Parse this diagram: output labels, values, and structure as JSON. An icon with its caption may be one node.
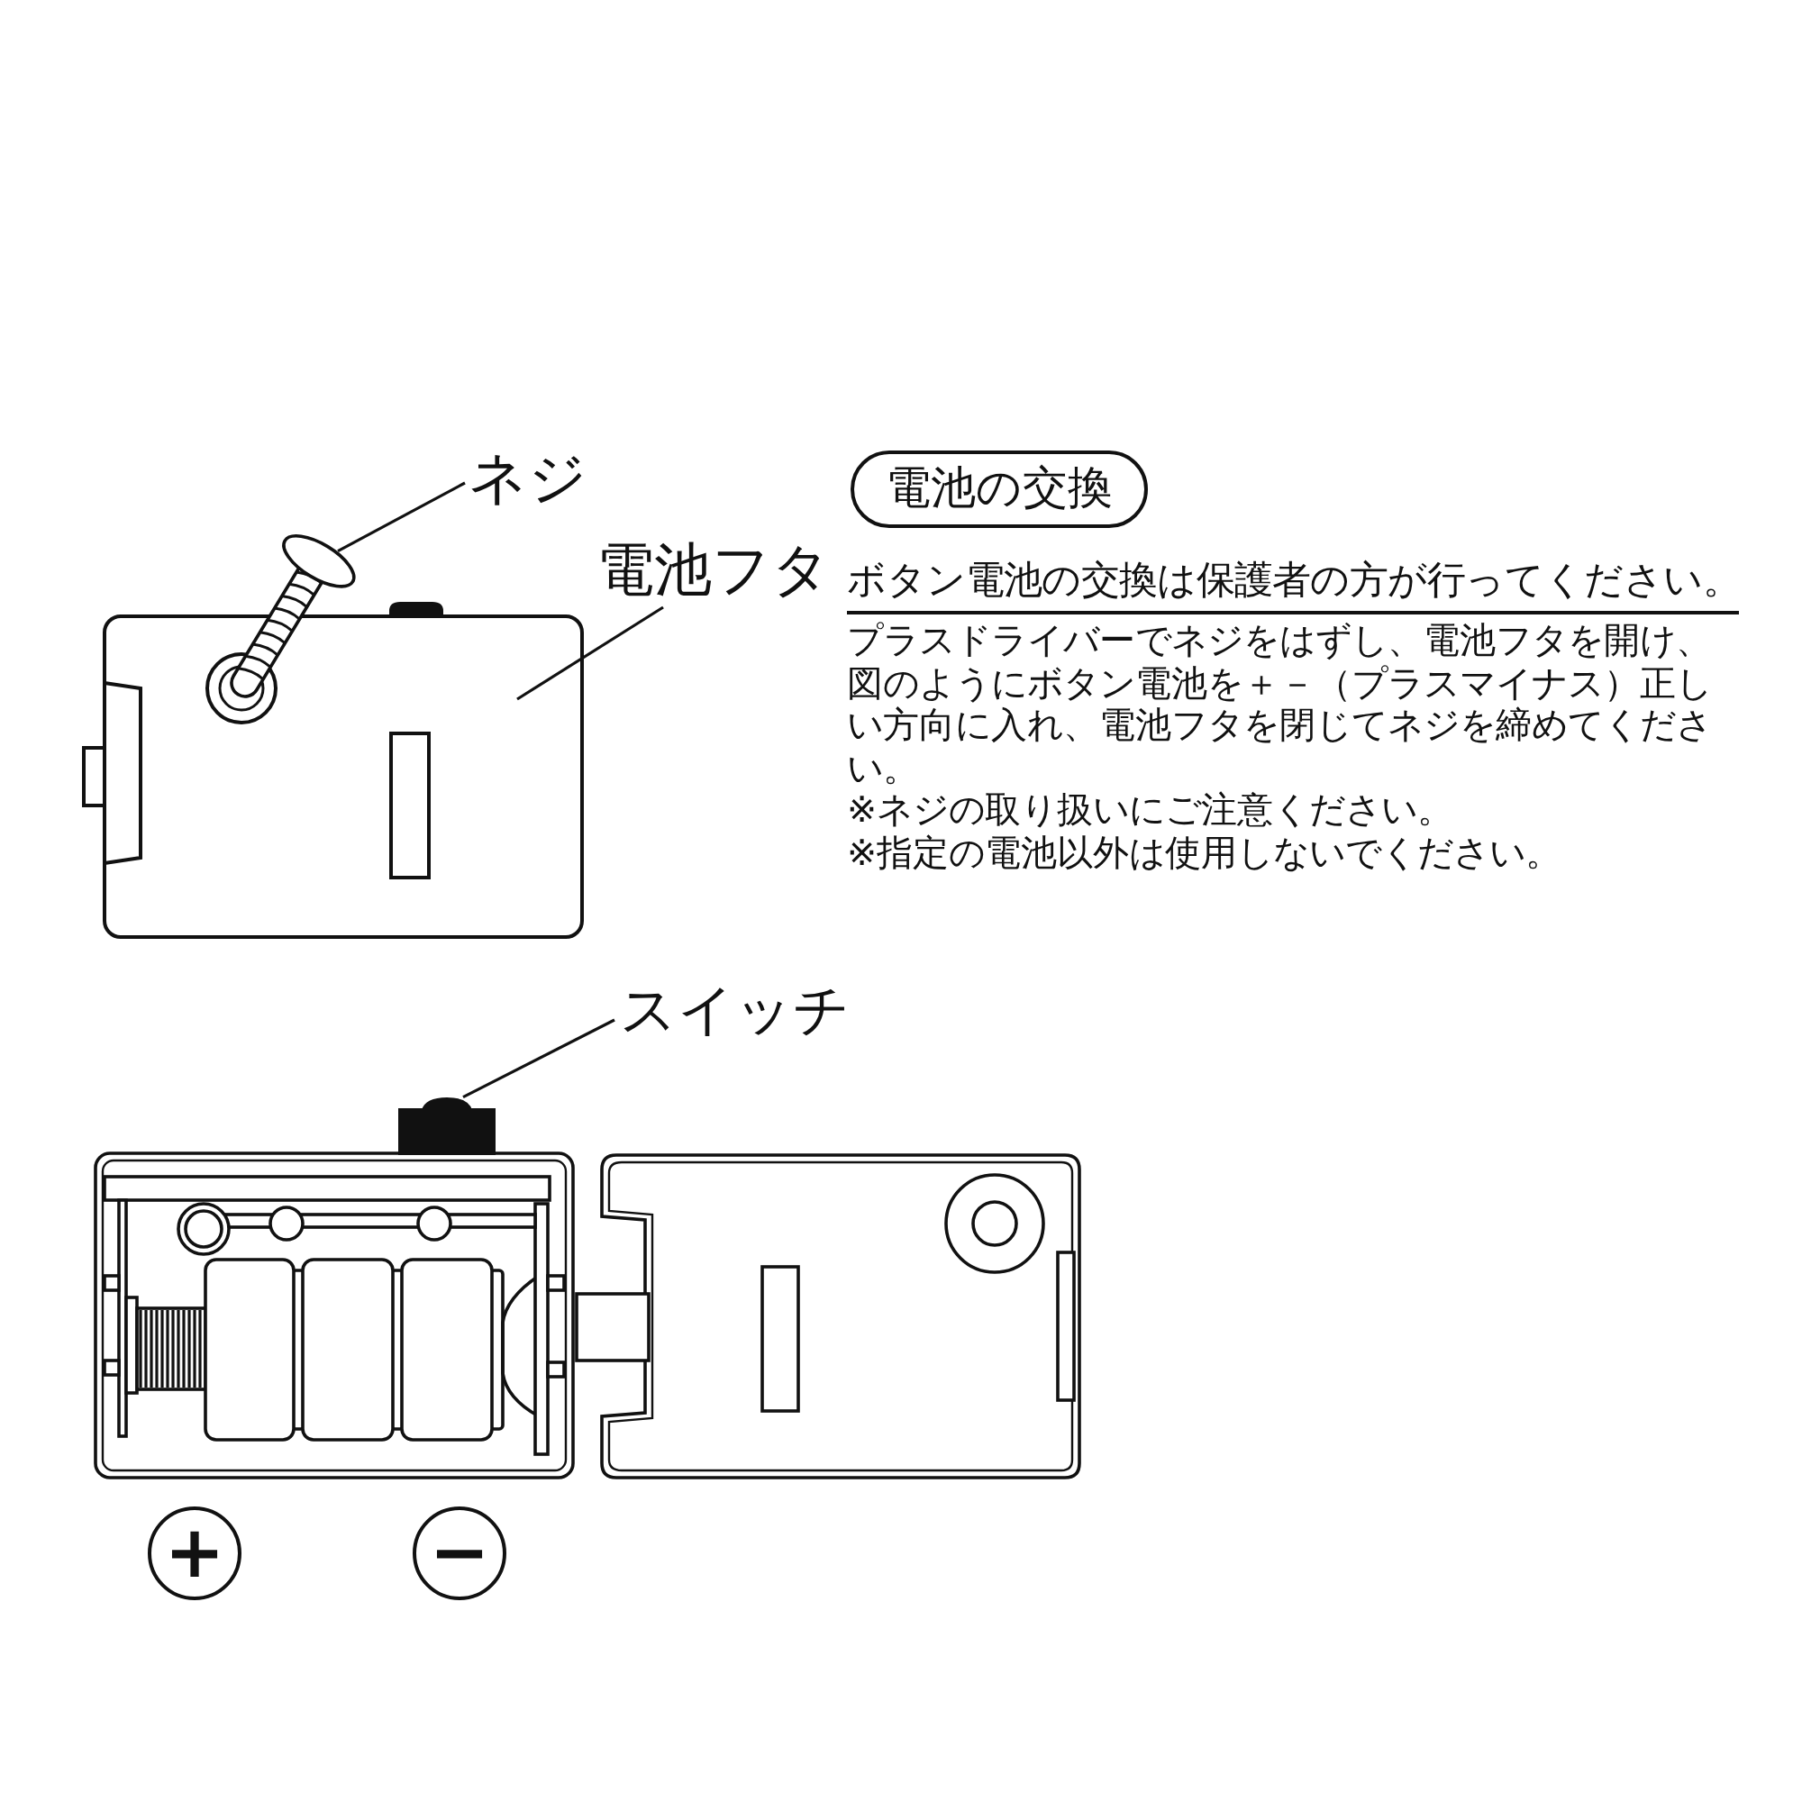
{
  "diagram": {
    "nodes": [
      {
        "text": [
          "ネジ"
        ]
      },
      {
        "text": [],
        "shape": "picture"
      },
      {
        "text": [
          "電池フタ"
        ]
      },
      {
        "text": [],
        "shape": "box"
      },
      {
        "text": [
          "電池の交換"
        ]
      },
      {
        "text": [
          "スイッチ"
        ]
      },
      {
        "text": [],
        "shape": "box"
      },
      {
        "text": [],
        "shape": "box"
      },
      {
        "text": [],
        "shape": "box"
      },
      {
        "text": [
          "+"
        ]
      },
      {
        "text": [
          "−"
        ]
      }
    ],
    "edges": [
      {
        "from": 0,
        "to": 1,
        "arrow": "none"
      },
      {
        "from": 2,
        "to": 3,
        "arrow": "none"
      },
      {
        "from": 5,
        "to": 6,
        "arrow": "none"
      }
    ],
    "labels": [
      "ボタン電池の交換は保護者の方が行ってください。",
      "プラスドライバーでネジをはずし、電池フタを開け、図のようにボタン電池を＋－（プラスマイナス）正しい方向に入れ、電池フタを閉じてネジを締めてください。",
      "※ネジの取り扱いにご注意ください。",
      "※指定の電池以外は使用しないでください。"
    ]
  }
}
